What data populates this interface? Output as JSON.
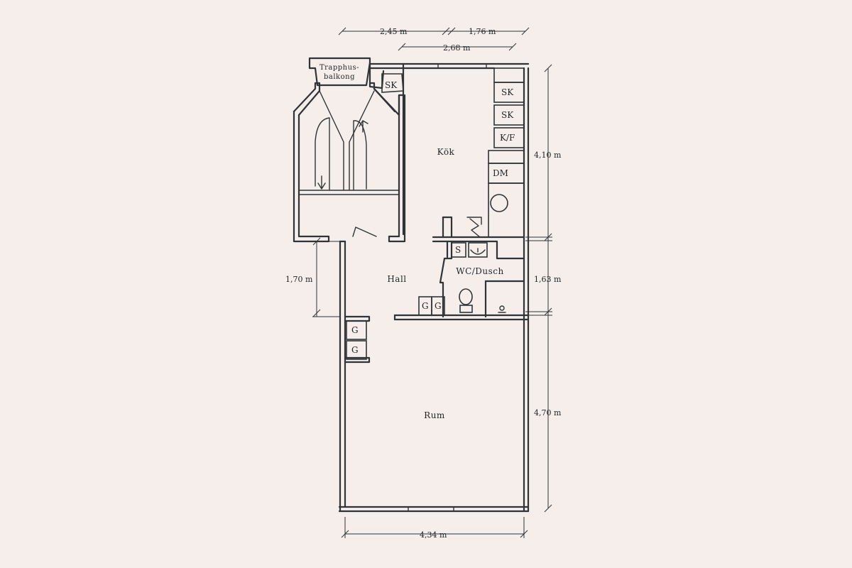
{
  "rooms": {
    "trapphus_line1": "Trapphus-",
    "trapphus_line2": "balkong",
    "kok": "Kök",
    "hall": "Hall",
    "wc": "WC/Dusch",
    "rum": "Rum"
  },
  "fixtures": {
    "sk": "SK",
    "kf": "K/F",
    "dm": "DM",
    "s": "S",
    "g": "G"
  },
  "dimensions": {
    "top_left": "2,45 m",
    "top_right": "1,76 m",
    "top_inner": "2,68 m",
    "right_kok": "4,10 m",
    "right_wc": "1,63 m",
    "right_rum": "4,70 m",
    "left_hall": "1,70 m",
    "bottom": "4,34 m"
  },
  "colors": {
    "background": "#f6eeea",
    "ink": "#2f3438"
  }
}
